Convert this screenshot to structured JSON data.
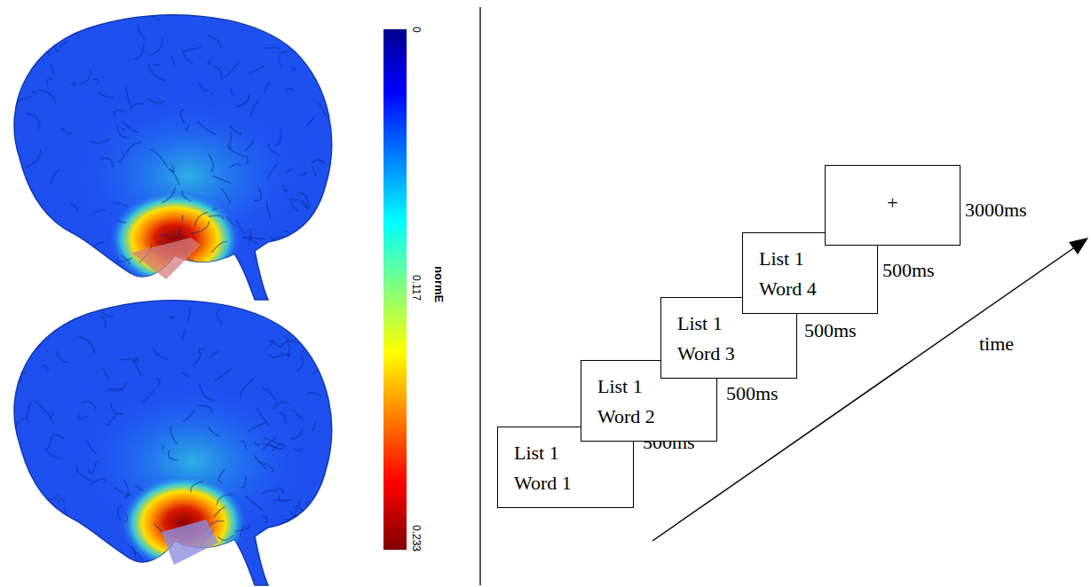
{
  "diagram": {
    "nodes": [
      {
        "text": [
          "List 1 Word 1"
        ]
      },
      {
        "text": [
          "List 1 Word 2"
        ]
      },
      {
        "text": [
          "List 1 Word 3"
        ]
      },
      {
        "text": [
          "List 1 Word 4"
        ]
      },
      {
        "text": [
          "+"
        ]
      }
    ],
    "labels": [
      "500ms",
      "500ms",
      "500ms",
      "500ms",
      "3000ms",
      "time",
      "0",
      "0.117",
      "0.233",
      "normE"
    ]
  }
}
